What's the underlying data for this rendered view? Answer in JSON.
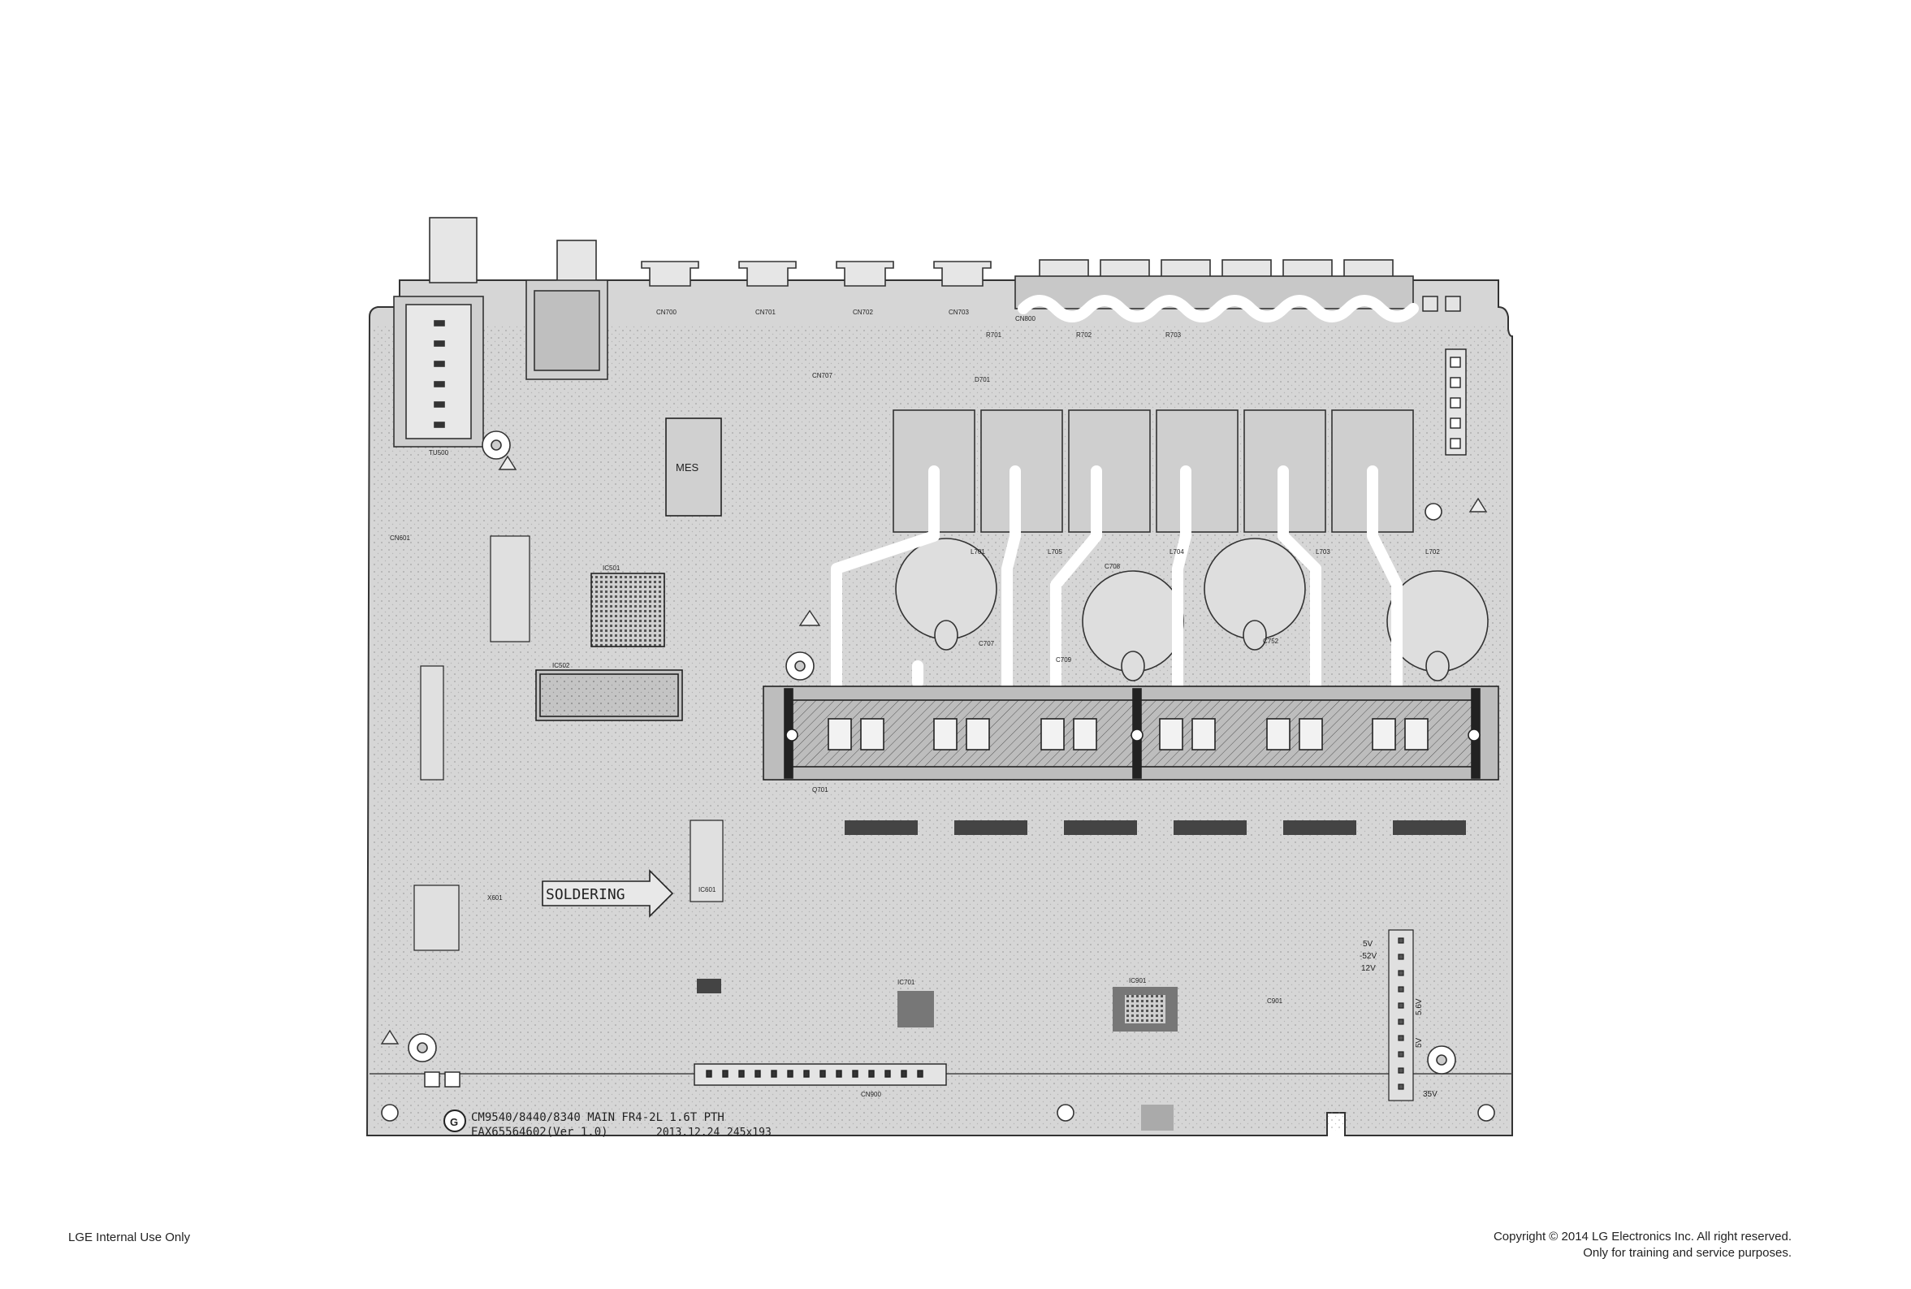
{
  "board": {
    "silkscreen_title": "CM9540/8440/8340 MAIN FR4-2L 1.6T PTH",
    "silkscreen_part": "EAX65564602(Ver 1.0)",
    "silkscreen_date": "2013.12.24",
    "silkscreen_size": "245x193",
    "soldering_label": "SOLDERING",
    "mes_label": "MES",
    "voltage_labels": [
      "5V",
      "-52V",
      "12V",
      "5.6V",
      "5V",
      "35V"
    ],
    "connector_labels": [
      "CN700",
      "CN701",
      "CN702",
      "CN703",
      "CN800",
      "CN707",
      "CN900",
      "CN601",
      "TU500"
    ],
    "component_labels": [
      "IC501",
      "IC502",
      "IC601",
      "IC701",
      "L701",
      "L702",
      "L703",
      "L704",
      "L705",
      "C707",
      "C708",
      "C709",
      "C752",
      "X601",
      "Q701",
      "D701",
      "R701",
      "R702",
      "R703",
      "IC901",
      "C901"
    ]
  },
  "footer": {
    "left_text": "LGE Internal Use Only",
    "right_line1": "Copyright © 2014 LG Electronics Inc. All right reserved.",
    "right_line2": "Only for training and service purposes."
  }
}
